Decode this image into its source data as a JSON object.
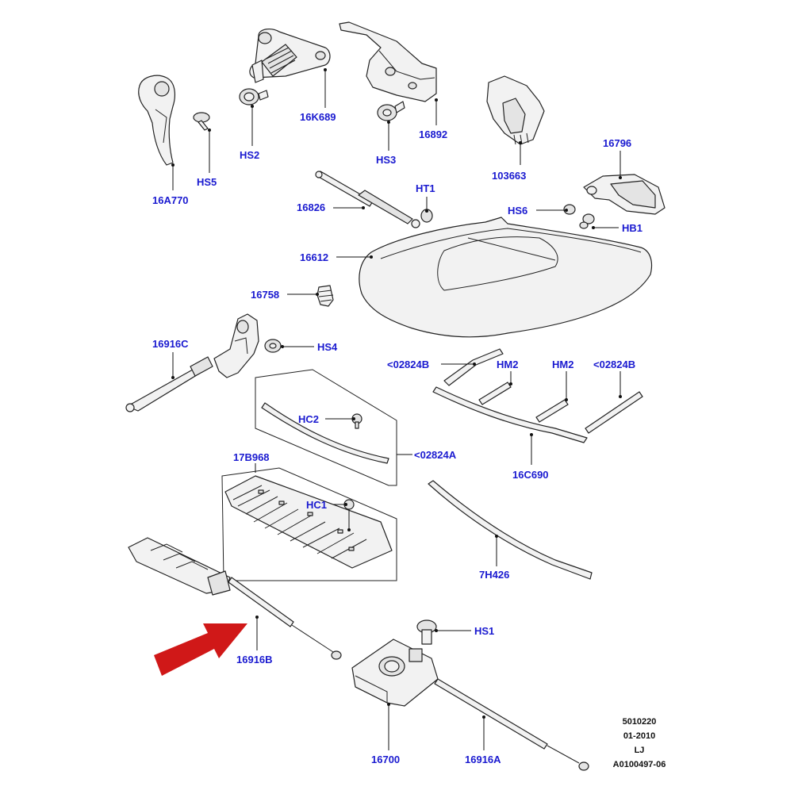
{
  "diagram": {
    "labels": {
      "p16A770": "16A770",
      "hs5": "HS5",
      "hs2": "HS2",
      "p16K689": "16K689",
      "hs3": "HS3",
      "p16892": "16892",
      "p103663": "103663",
      "p16796": "16796",
      "ht1": "HT1",
      "p16826": "16826",
      "hs6": "HS6",
      "hb1": "HB1",
      "p16612": "16612",
      "p16758": "16758",
      "p16916C": "16916C",
      "hs4": "HS4",
      "p02824B_left": "<02824B",
      "hm2_left": "HM2",
      "hm2_right": "HM2",
      "p02824B_right": "<02824B",
      "hc2": "HC2",
      "p02824A": "<02824A",
      "p16C690": "16C690",
      "p17B968": "17B968",
      "hc1": "HC1",
      "p7H426": "7H426",
      "hs1": "HS1",
      "p16916B": "16916B",
      "p16700": "16700",
      "p16916A": "16916A"
    },
    "meta": {
      "ref": "5010220",
      "date": "01-2010",
      "code": "LJ",
      "doc": "A0100497-06"
    },
    "arrow_color": "#d01818",
    "label_color": "#1a1ad0"
  }
}
